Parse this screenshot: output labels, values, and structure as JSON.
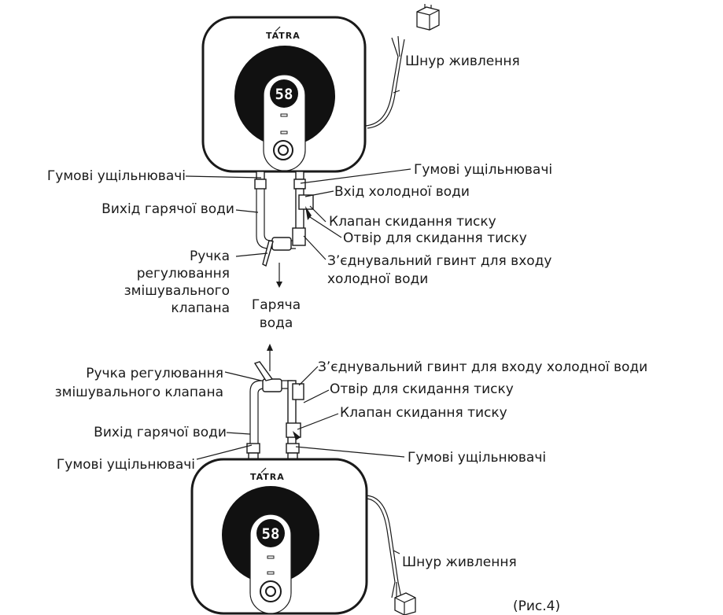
{
  "brand": "TATRA",
  "display": "58",
  "top_view": {
    "power_cord": "Шнур живлення",
    "rubber_seals_left": "Гумові ущільнювачі",
    "rubber_seals_right": "Гумові ущільнювачі",
    "cold_water_inlet": "Вхід холодної води",
    "hot_water_outlet": "Вихід гарячої води",
    "pressure_relief_valve": "Клапан скидання тиску",
    "pressure_relief_hole": "Отвір для скидання тиску",
    "mixing_handle": [
      "Ручка",
      "регулювання",
      "змішувального",
      "клапана"
    ],
    "connecting_screw": [
      "З’єднувальний гвинт для входу",
      "холодної  води"
    ],
    "hot_water": [
      "Гаряча",
      "вода"
    ]
  },
  "bottom_view": {
    "mixing_handle": [
      "Ручка регулювання",
      "змішувального клапана"
    ],
    "connecting_screw": "З’єднувальний гвинт для входу холодної води",
    "pressure_relief_hole": "Отвір для скидання тиску",
    "pressure_relief_valve": "Клапан скидання тиску",
    "hot_water_outlet": "Вихід гарячої води",
    "rubber_seals_left": "Гумові ущільнювачі",
    "rubber_seals_right": "Гумові ущільнювачі",
    "power_cord": "Шнур живлення"
  },
  "caption": "(Рис.4)"
}
